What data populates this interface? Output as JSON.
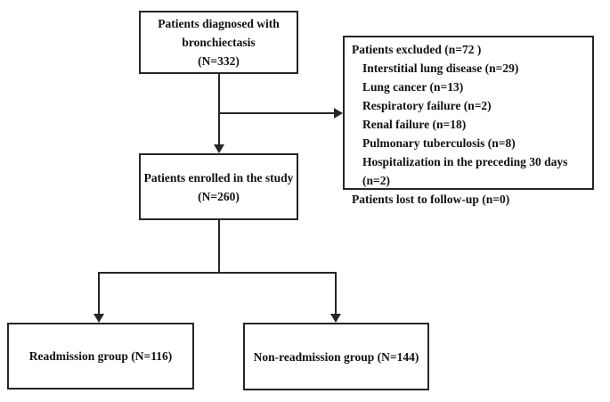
{
  "diagram": {
    "title": "Patient enrollment flowchart",
    "colors": {
      "line": "#262626",
      "text": "#111111",
      "background": "#ffffff"
    },
    "boxes": {
      "diagnosed": {
        "lines": [
          "Patients diagnosed with",
          "bronchiectasis",
          "(N=332)"
        ]
      },
      "excluded": {
        "title": "Patients excluded (n=72 )",
        "items": [
          "Interstitial lung disease (n=29)",
          "Lung cancer (n=13)",
          "Respiratory failure (n=2)",
          "Renal failure (n=18)",
          "Pulmonary tuberculosis (n=8)",
          "Hospitalization in the preceding 30 days (n=2)"
        ],
        "footer": "Patients lost to follow-up (n=0)"
      },
      "enrolled": {
        "lines": [
          "Patients enrolled in the study",
          "(N=260)"
        ]
      },
      "readmission": {
        "label": "Readmission group (N=116)"
      },
      "non_readmission": {
        "label": "Non-readmission group (N=144)"
      }
    }
  }
}
